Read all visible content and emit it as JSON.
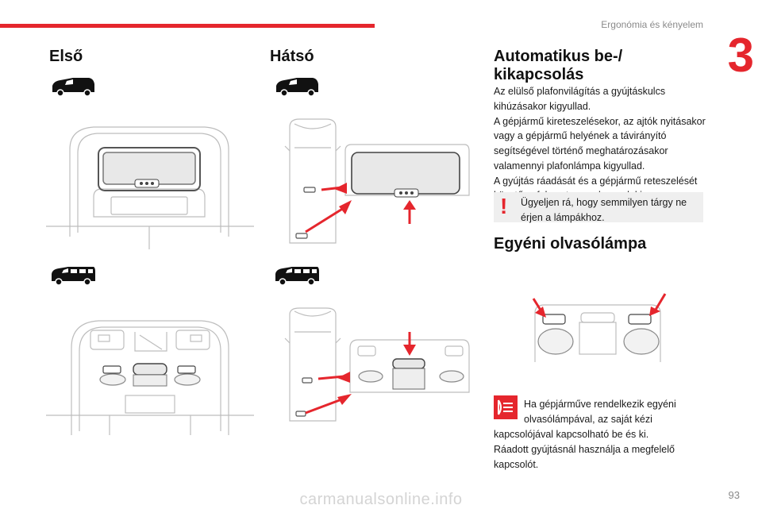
{
  "header": {
    "section": "Ergonómia és kényelem",
    "chapter": "3",
    "page": "93"
  },
  "front": {
    "title": "Első"
  },
  "rear": {
    "title": "Hátsó"
  },
  "automatic": {
    "title_line1": "Automatikus be-/",
    "title_line2": "kikapcsolás",
    "lines": [
      "Az elülső plafonvilágítás a gyújtáskulcs",
      "kihúzásakor kigyullad.",
      "A gépjármű kireteszelésekor, az ajtók nyitásakor",
      "vagy a gépjármű helyének a távirányító",
      "segítségével történő meghatározásakor",
      "valamennyi plafonlámpa kigyullad.",
      "A gyújtás ráadását és a gépjármű reteszelését",
      "követően fokozatosan alszanak ki."
    ]
  },
  "warning": {
    "mark": "!",
    "line1": "Ügyeljen rá, hogy semmilyen tárgy ne",
    "line2": "érjen a lámpákhoz."
  },
  "reading": {
    "title": "Egyéni olvasólámpa",
    "line1": "Ha gépjárműve rendelkezik egyéni",
    "line2": "olvasólámpával, az saját kézi",
    "line3": "kapcsolójával kapcsolható be és ki.",
    "line4": "Ráadott gyújtásnál használja a megfelelő",
    "line5": "kapcsolót."
  },
  "watermark": "carmanualsonline.info",
  "colors": {
    "accent": "#e5262d",
    "text": "#1a1a1a",
    "muted": "#8a8a8a",
    "line_art": "#bdbdbd",
    "warn_bg": "#efefef"
  }
}
